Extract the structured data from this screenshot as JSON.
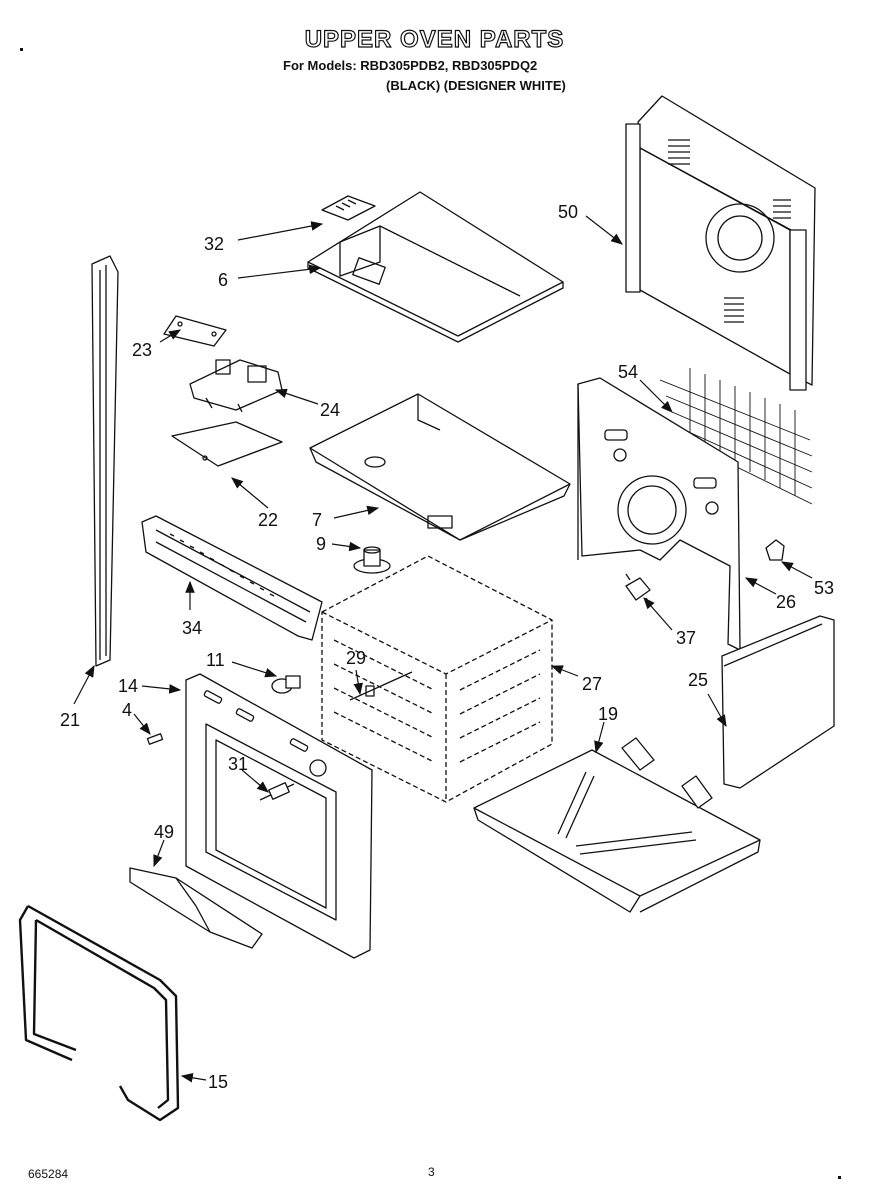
{
  "header": {
    "title": "UPPER OVEN PARTS",
    "models_line": "For Models: RBD305PDB2, RBD305PDQ2",
    "variants_line": "(BLACK)   (DESIGNER WHITE)"
  },
  "footer": {
    "doc_number": "665284",
    "page_number": "3"
  },
  "callouts": [
    "50",
    "32",
    "6",
    "23",
    "24",
    "54",
    "22",
    "7",
    "9",
    "53",
    "34",
    "26",
    "37",
    "29",
    "27",
    "11",
    "14",
    "21",
    "4",
    "25",
    "19",
    "31",
    "49",
    "15"
  ]
}
